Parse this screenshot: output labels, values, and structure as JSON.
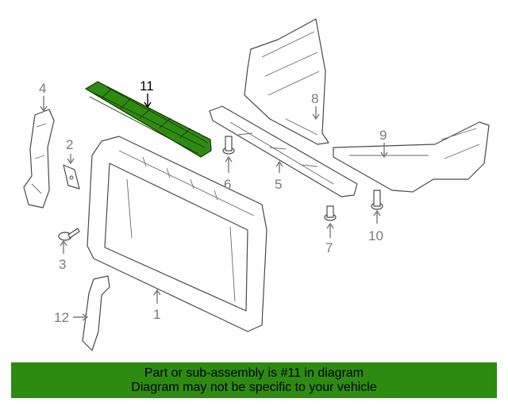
{
  "callouts": [
    {
      "id": "1",
      "label": "1"
    },
    {
      "id": "2",
      "label": "2"
    },
    {
      "id": "3",
      "label": "3"
    },
    {
      "id": "4",
      "label": "4"
    },
    {
      "id": "5",
      "label": "5"
    },
    {
      "id": "6",
      "label": "6"
    },
    {
      "id": "7",
      "label": "7"
    },
    {
      "id": "8",
      "label": "8"
    },
    {
      "id": "9",
      "label": "9"
    },
    {
      "id": "10",
      "label": "10"
    },
    {
      "id": "11",
      "label": "11"
    },
    {
      "id": "12",
      "label": "12"
    }
  ],
  "highlight": {
    "part": "11",
    "color": "#2e8b12"
  },
  "banner": {
    "line1": "Part or sub-assembly is #11 in diagram",
    "line2": "Diagram may not be specific to your vehicle",
    "background": "#2e8b12"
  }
}
